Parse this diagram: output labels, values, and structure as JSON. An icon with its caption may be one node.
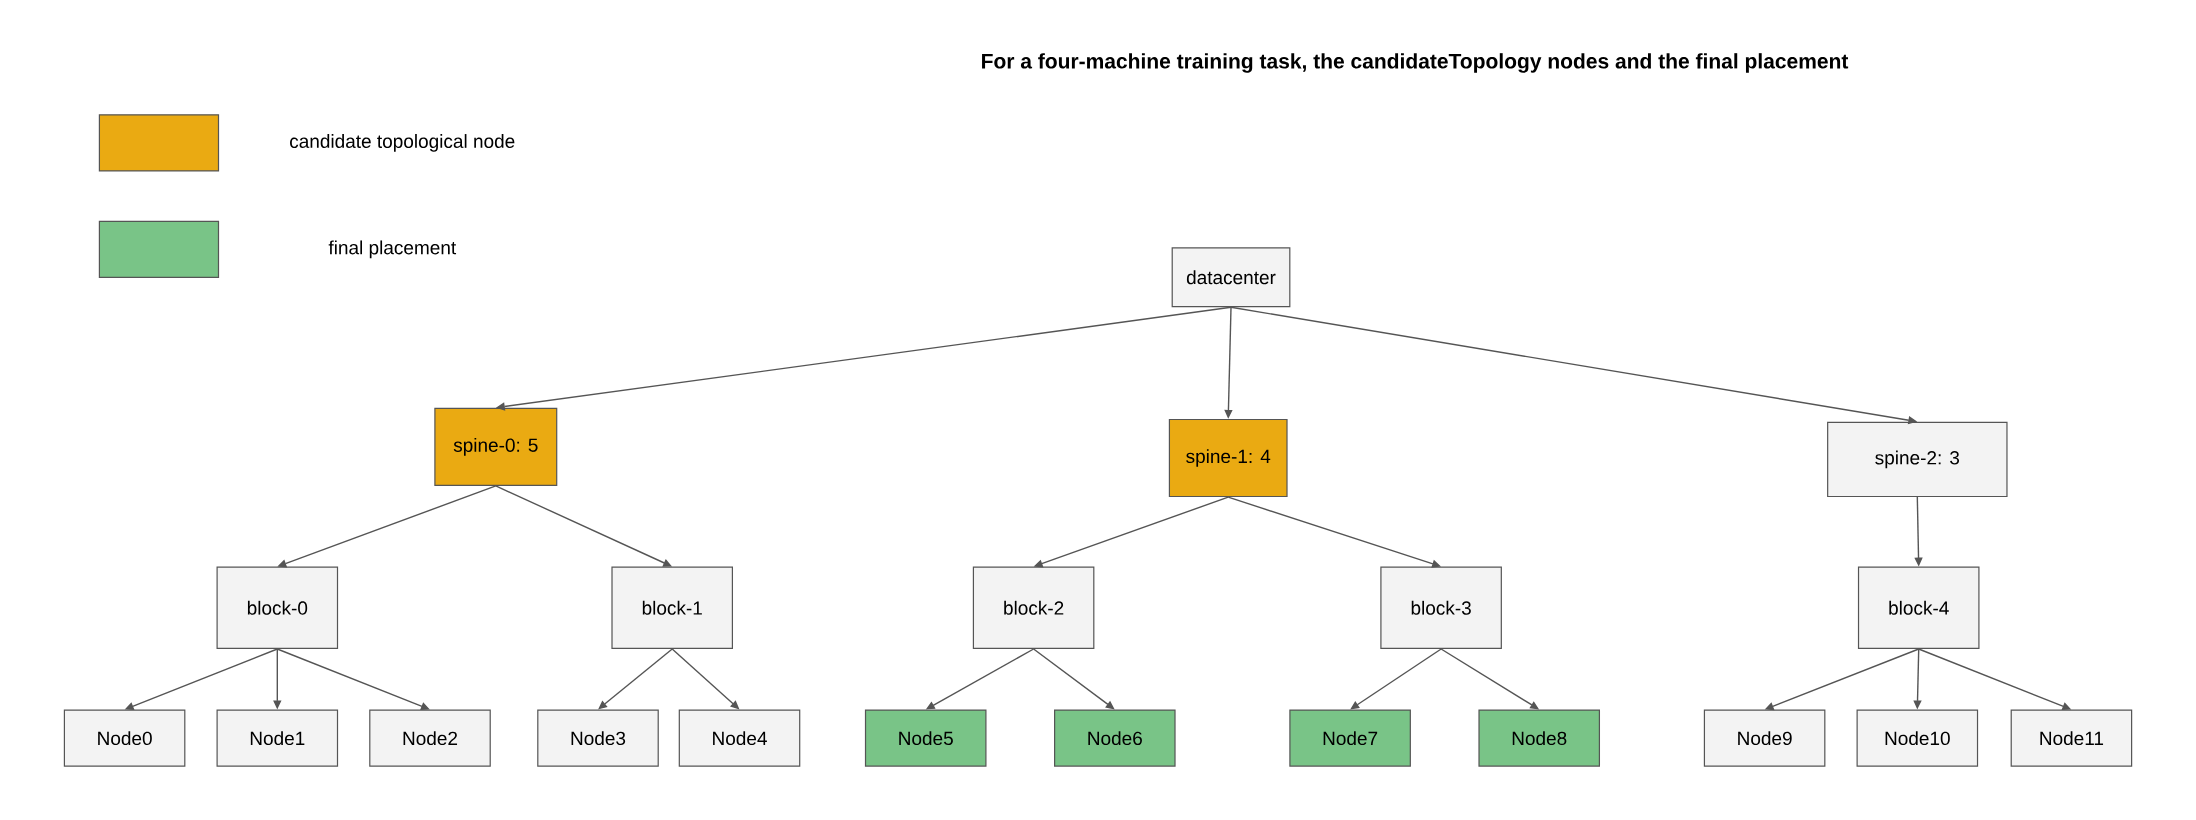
{
  "diagram": {
    "title": "For a four-machine training task, the candidateTopology nodes and the final placement",
    "nodes": [
      {
        "text": [
          "datacenter"
        ]
      },
      {
        "text": [
          "spine-0: 5"
        ]
      },
      {
        "text": [
          "spine-1: 4"
        ]
      },
      {
        "text": [
          "spine-2: 3"
        ]
      },
      {
        "text": [
          "block-0"
        ]
      },
      {
        "text": [
          "block-1"
        ]
      },
      {
        "text": [
          "block-2"
        ]
      },
      {
        "text": [
          "block-3"
        ]
      },
      {
        "text": [
          "block-4"
        ]
      },
      {
        "text": [
          "Node0"
        ]
      },
      {
        "text": [
          "Node1"
        ]
      },
      {
        "text": [
          "Node2"
        ]
      },
      {
        "text": [
          "Node3"
        ]
      },
      {
        "text": [
          "Node4"
        ]
      },
      {
        "text": [
          "Node5"
        ]
      },
      {
        "text": [
          "Node6"
        ]
      },
      {
        "text": [
          "Node7"
        ]
      },
      {
        "text": [
          "Node8"
        ]
      },
      {
        "text": [
          "Node9"
        ]
      },
      {
        "text": [
          "Node10"
        ]
      },
      {
        "text": [
          "Node11"
        ]
      }
    ],
    "edges": [
      {
        "from": 0,
        "to": 1,
        "arrow": "to"
      },
      {
        "from": 0,
        "to": 2,
        "arrow": "to"
      },
      {
        "from": 0,
        "to": 3,
        "arrow": "to"
      },
      {
        "from": 1,
        "to": 4,
        "arrow": "to"
      },
      {
        "from": 1,
        "to": 5,
        "arrow": "to"
      },
      {
        "from": 2,
        "to": 6,
        "arrow": "to"
      },
      {
        "from": 2,
        "to": 7,
        "arrow": "to"
      },
      {
        "from": 3,
        "to": 8,
        "arrow": "to"
      },
      {
        "from": 4,
        "to": 9,
        "arrow": "to"
      },
      {
        "from": 4,
        "to": 10,
        "arrow": "to"
      },
      {
        "from": 4,
        "to": 11,
        "arrow": "to"
      },
      {
        "from": 5,
        "to": 12,
        "arrow": "to"
      },
      {
        "from": 5,
        "to": 13,
        "arrow": "to"
      },
      {
        "from": 6,
        "to": 14,
        "arrow": "to"
      },
      {
        "from": 6,
        "to": 15,
        "arrow": "to"
      },
      {
        "from": 7,
        "to": 16,
        "arrow": "to"
      },
      {
        "from": 7,
        "to": 17,
        "arrow": "to"
      },
      {
        "from": 8,
        "to": 18,
        "arrow": "to"
      },
      {
        "from": 8,
        "to": 19,
        "arrow": "to"
      },
      {
        "from": 8,
        "to": 20,
        "arrow": "to"
      }
    ],
    "legend": [
      {
        "text": "candidate topological node",
        "color": "#eaaa12"
      },
      {
        "text": "final placement",
        "color": "#79c487"
      }
    ]
  }
}
